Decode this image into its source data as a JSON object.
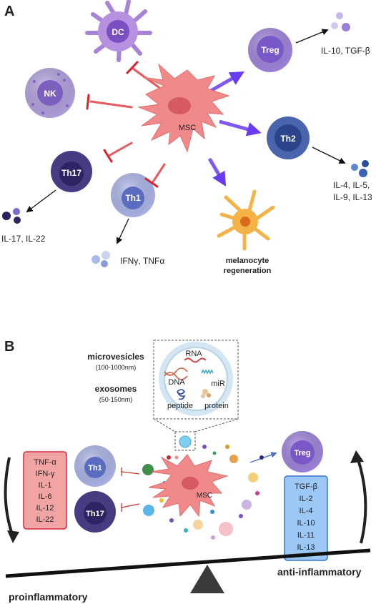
{
  "panels": {
    "a": "A",
    "b": "B"
  },
  "panel_a": {
    "msc_label": "MSC",
    "cells": {
      "dc": "DC",
      "nk": "NK",
      "th17": "Th17",
      "th1": "Th1",
      "treg": "Treg",
      "th2": "Th2"
    },
    "cytokines": {
      "treg": "IL-10, TGF-β",
      "th2_line1": "IL-4, IL-5,",
      "th2_line2": "IL-9, IL-13",
      "th17": "IL-17, IL-22",
      "th1": "IFNγ, TNFα"
    },
    "melanocyte_line1": "melanocyte",
    "melanocyte_line2": "regeneration"
  },
  "panel_b": {
    "microvesicles": "microvesicles",
    "microvesicles_size": "(100-1000nm)",
    "exosomes": "exosomes",
    "exosomes_size": "(50-150nm)",
    "cargo": {
      "rna": "RNA",
      "dna": "DNA",
      "mir": "miR",
      "peptide": "peptide",
      "protein": "protein"
    },
    "msc_label": "MSC",
    "cells": {
      "th1": "Th1",
      "th17": "Th17",
      "treg": "Treg"
    },
    "pro_cytokines": [
      "TNF-α",
      "IFN-γ",
      "IL-1",
      "IL-6",
      "IL-12",
      "IL-22"
    ],
    "anti_cytokines": [
      "TGF-β",
      "IL-2",
      "IL-4",
      "IL-10",
      "IL-11",
      "IL-13"
    ],
    "proinflammatory": "proinflammatory",
    "anti_inflammatory": "anti-inflammatory"
  },
  "colors": {
    "msc": "#f08a8a",
    "inhibit": "#e0202a",
    "promote": "#6a3cf0",
    "pro_box": "#f2a3a3",
    "anti_box": "#9cc8f5"
  }
}
